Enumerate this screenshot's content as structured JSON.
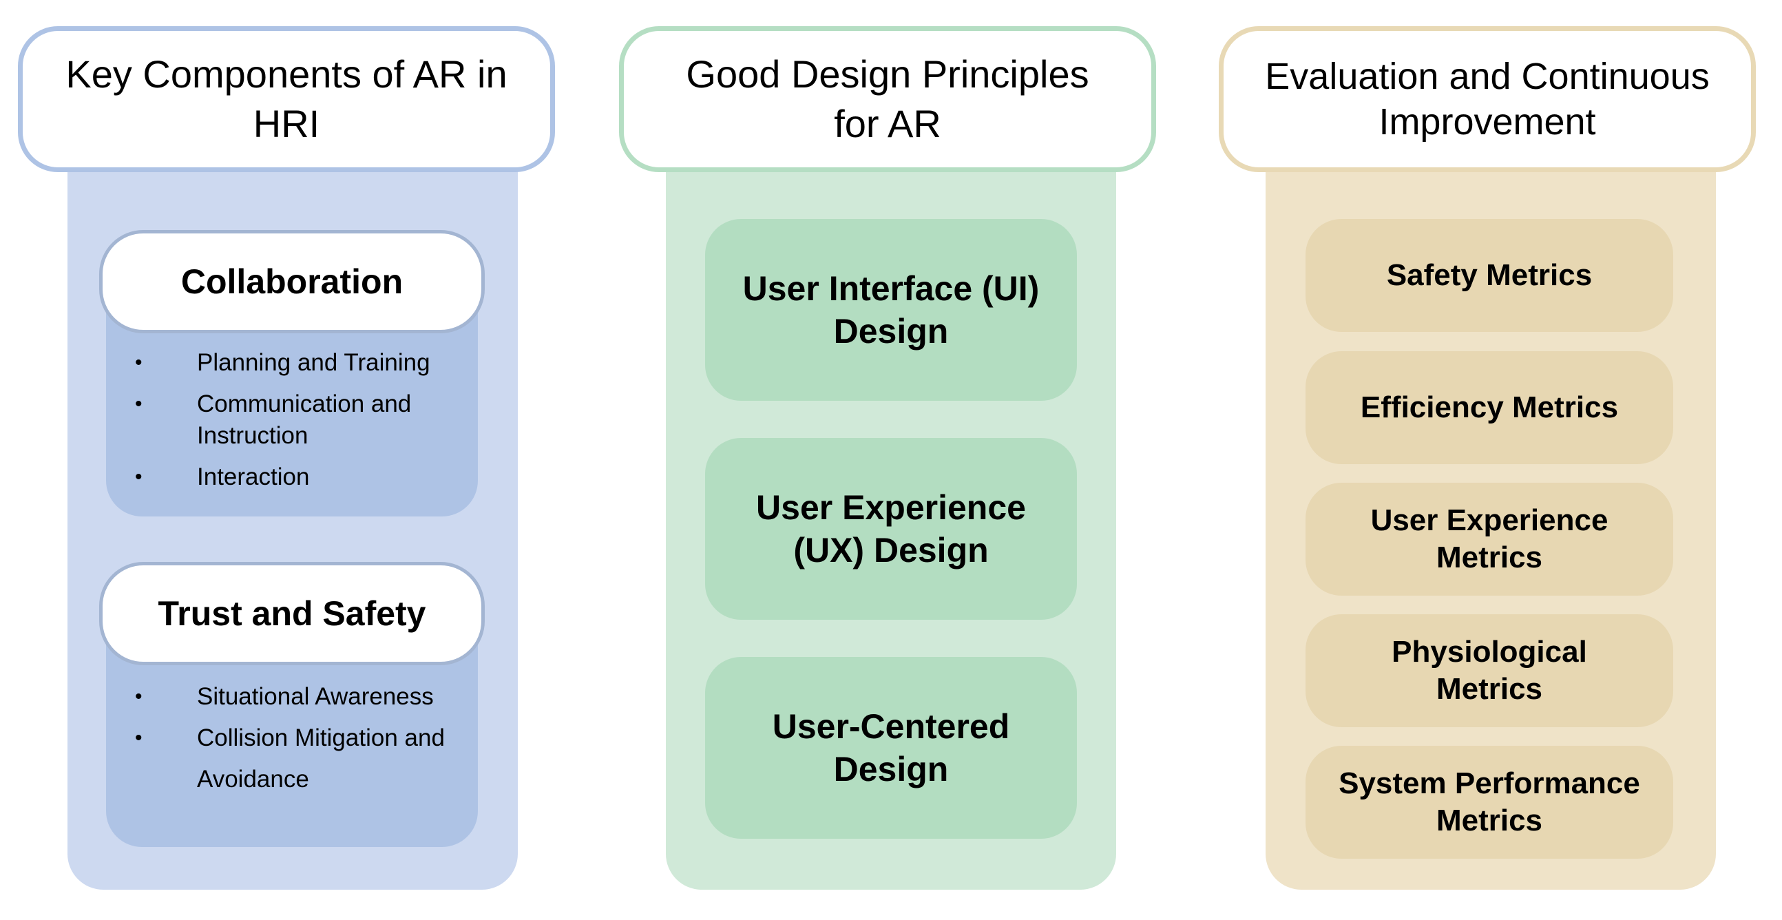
{
  "columns": [
    {
      "title": "Key Components of AR in HRI",
      "color_border": "#aec3e5",
      "color_bg": "#cdd9f0",
      "color_card": "#aec3e5",
      "groups": [
        {
          "title": "Collaboration",
          "items": [
            "Planning and Training",
            "Communication and Instruction",
            "Interaction"
          ]
        },
        {
          "title": "Trust and Safety",
          "items": [
            "Situational Awareness",
            "Collision Mitigation and Avoidance"
          ]
        }
      ]
    },
    {
      "title": "Good Design Principles for AR",
      "color_border": "#b5dec3",
      "color_bg": "#d0e9d8",
      "color_card": "#b3ddc1",
      "cards": [
        "User Interface (UI) Design",
        "User Experience (UX) Design",
        "User-Centered Design"
      ]
    },
    {
      "title": "Evaluation and Continuous Improvement",
      "color_border": "#e8d9b5",
      "color_bg": "#efe3c8",
      "color_card": "#e7d7b2",
      "cards": [
        "Safety Metrics",
        "Efficiency Metrics",
        "User Experience Metrics",
        "Physiological Metrics",
        "System Performance Metrics"
      ]
    }
  ]
}
